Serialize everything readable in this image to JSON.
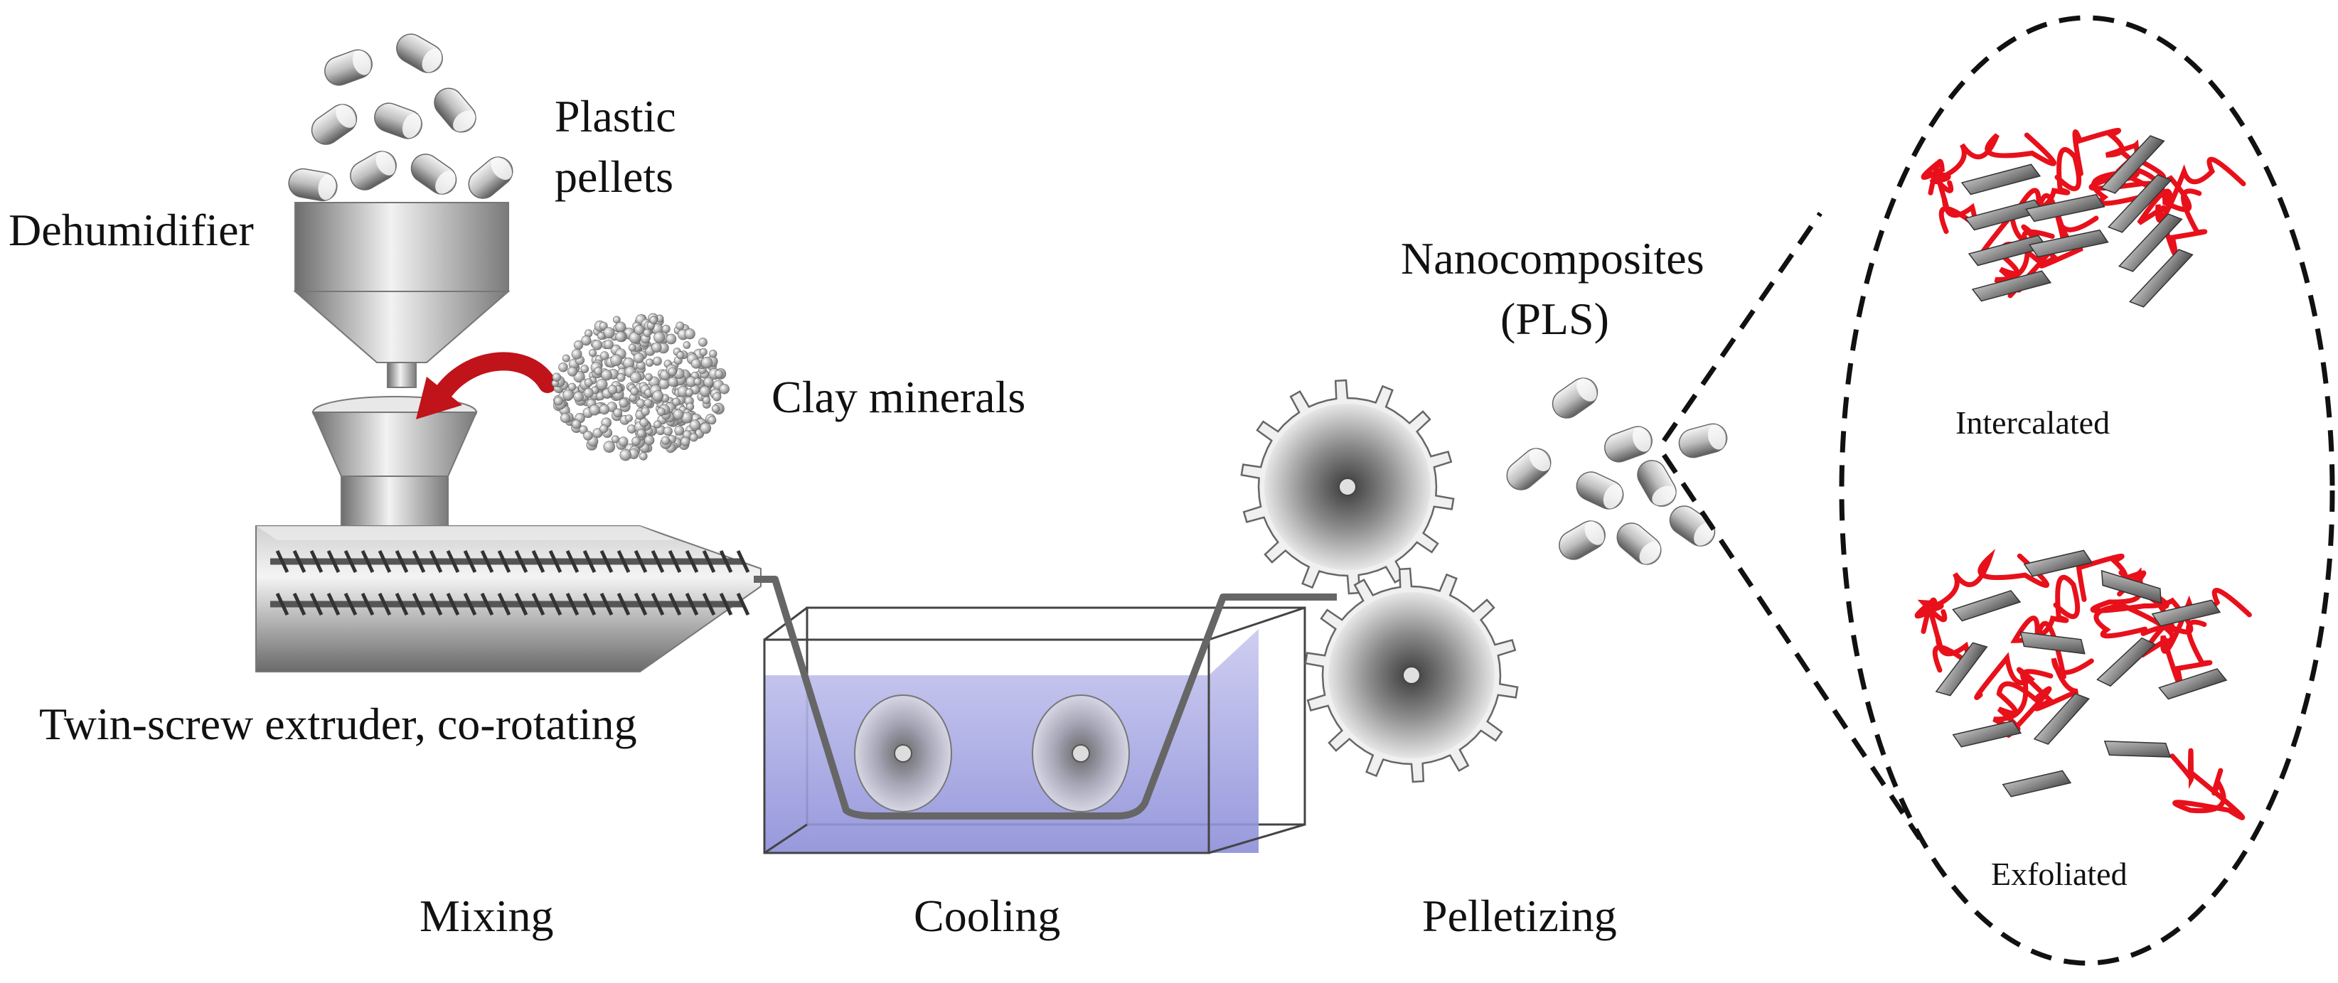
{
  "labels": {
    "plastic_pellets_line1": "Plastic",
    "plastic_pellets_line2": "pellets",
    "dehumidifier": "Dehumidifier",
    "clay_minerals": "Clay minerals",
    "twin_screw_extruder": "Twin-screw extruder, co-rotating",
    "nanocomposites_line1": "Nanocomposites",
    "nanocomposites_line2": "(PLS)",
    "intercalated": "Intercalated",
    "exfoliated": "Exfoliated"
  },
  "stages": {
    "mixing": "Mixing",
    "cooling": "Cooling",
    "pelletizing": "Pelletizing"
  },
  "colors": {
    "polymer_chain": "#e8101a",
    "arrow": "#c0131a",
    "water": "#9ea0e0",
    "metal_dark": "#555555",
    "metal_light": "#f2f2f2"
  },
  "icons": {
    "pellet": "pellet-icon",
    "gear": "gear-icon",
    "arrow": "curved-arrow-icon",
    "clay": "clay-cluster-icon"
  }
}
